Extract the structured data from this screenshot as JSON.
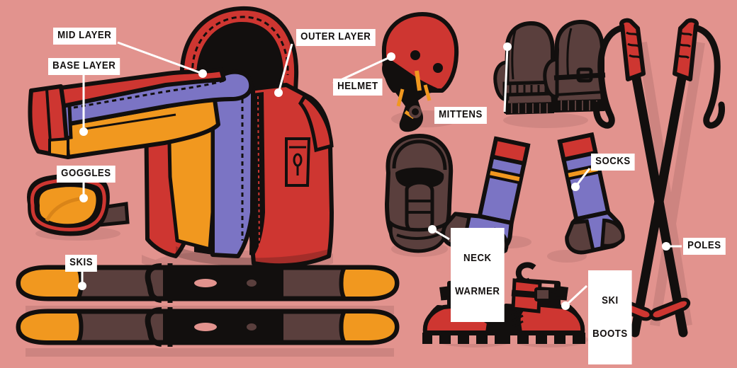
{
  "illustration": {
    "title": "Ski Gear Checklist Illustration",
    "background_color": "#e2938e",
    "palette": {
      "background": "#e2938e",
      "red": "#ce3631",
      "orange": "#f1981f",
      "purple": "#7b74c4",
      "dark_brown": "#5a3f3d",
      "black": "#120f0e",
      "white": "#ffffff",
      "shadow": "#c9817d"
    }
  },
  "labels": [
    {
      "id": "mid-layer",
      "text": "MID LAYER",
      "lines": [
        "MID LAYER"
      ]
    },
    {
      "id": "base-layer",
      "text": "BASE LAYER",
      "lines": [
        "BASE LAYER"
      ]
    },
    {
      "id": "outer-layer",
      "text": "OUTER LAYER",
      "lines": [
        "OUTER LAYER"
      ]
    },
    {
      "id": "helmet",
      "text": "HELMET",
      "lines": [
        "HELMET"
      ]
    },
    {
      "id": "mittens",
      "text": "MITTENS",
      "lines": [
        "MITTENS"
      ]
    },
    {
      "id": "goggles",
      "text": "GOGGLES",
      "lines": [
        "GOGGLES"
      ]
    },
    {
      "id": "socks",
      "text": "SOCKS",
      "lines": [
        "SOCKS"
      ]
    },
    {
      "id": "neck-warmer",
      "text": "NECK WARMER",
      "lines": [
        "NECK",
        "WARMER"
      ]
    },
    {
      "id": "skis",
      "text": "SKIS",
      "lines": [
        "SKIS"
      ]
    },
    {
      "id": "ski-boots",
      "text": "SKI BOOTS",
      "lines": [
        "SKI",
        "BOOTS"
      ]
    },
    {
      "id": "poles",
      "text": "POLES",
      "lines": [
        "POLES"
      ]
    }
  ],
  "items": [
    {
      "id": "jacket",
      "name": "Layered ski jacket",
      "colors": [
        "#ce3631",
        "#7b74c4",
        "#f1981f"
      ]
    },
    {
      "id": "helmet",
      "name": "Ski helmet",
      "colors": [
        "#ce3631",
        "#120f0e",
        "#f1981f"
      ]
    },
    {
      "id": "mittens",
      "name": "Mittens",
      "colors": [
        "#5a3f3d"
      ]
    },
    {
      "id": "poles",
      "name": "Ski poles",
      "colors": [
        "#120f0e",
        "#ce3631"
      ]
    },
    {
      "id": "goggles",
      "name": "Goggles",
      "colors": [
        "#f1981f",
        "#ce3631",
        "#120f0e"
      ]
    },
    {
      "id": "neck-warmer",
      "name": "Neck warmer",
      "colors": [
        "#5a3f3d",
        "#120f0e"
      ]
    },
    {
      "id": "socks",
      "name": "Ski socks",
      "colors": [
        "#7b74c4",
        "#ce3631",
        "#f1981f"
      ]
    },
    {
      "id": "skis",
      "name": "Skis",
      "colors": [
        "#5a3f3d",
        "#f1981f",
        "#120f0e"
      ]
    },
    {
      "id": "ski-boots",
      "name": "Ski boots",
      "colors": [
        "#ce3631",
        "#120f0e"
      ]
    }
  ]
}
